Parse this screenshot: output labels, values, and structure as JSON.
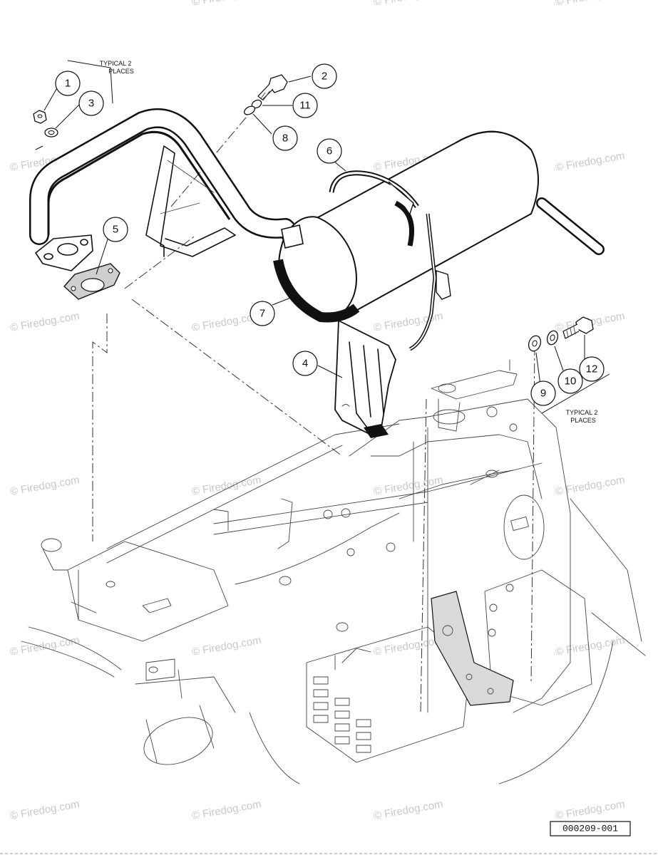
{
  "watermark": {
    "text": "© Firedog.com"
  },
  "notes": {
    "top_left": [
      "TYPICAL 2",
      "PLACES"
    ],
    "right": [
      "TYPICAL 2",
      "PLACES"
    ]
  },
  "callouts": [
    "1",
    "2",
    "3",
    "11",
    "8",
    "6",
    "5",
    "7",
    "4",
    "12",
    "10",
    "9"
  ],
  "reference": {
    "code": "000209-001"
  }
}
